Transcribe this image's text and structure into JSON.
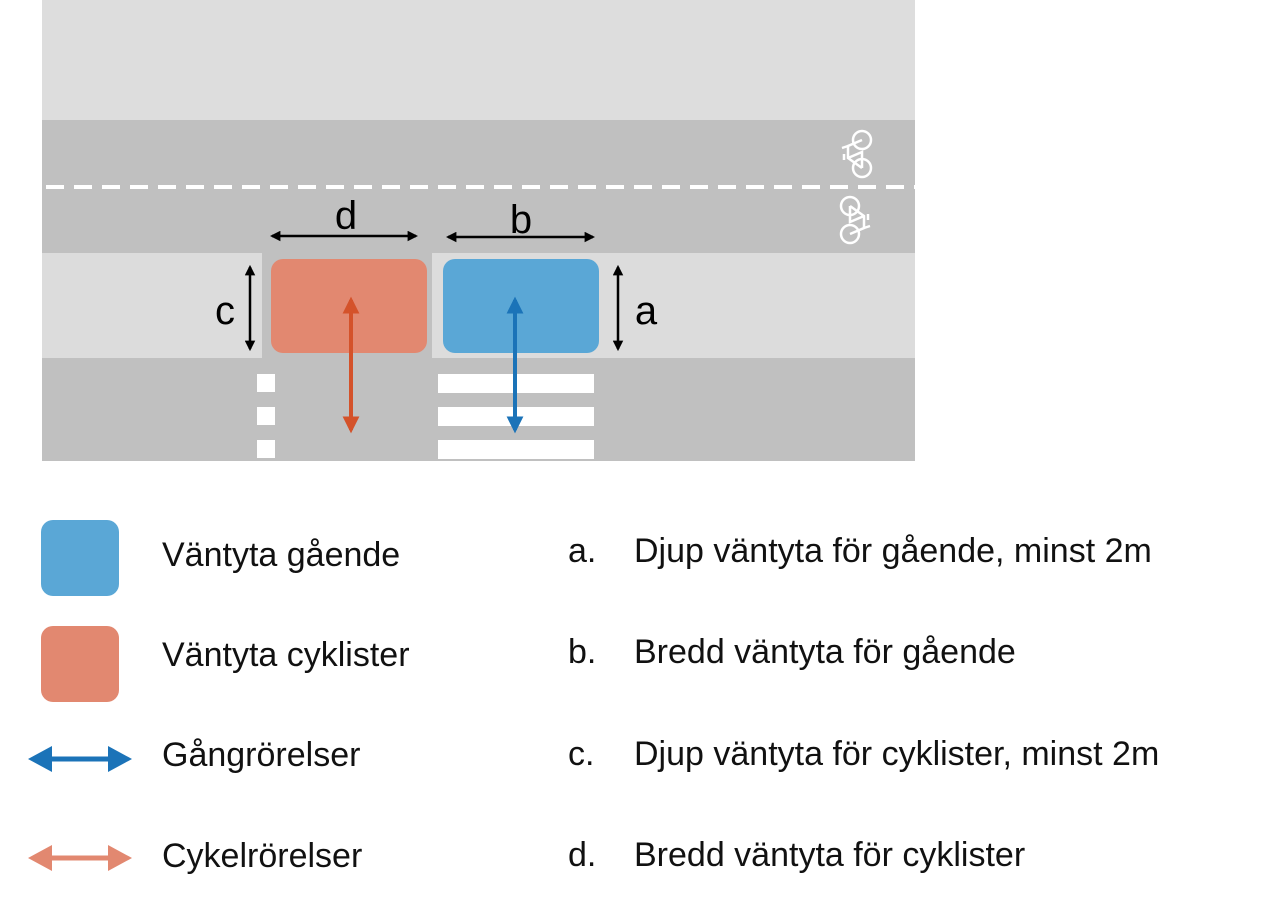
{
  "colors": {
    "top_area": "#dddddd",
    "road": "#c0c0c0",
    "sidewalk": "#dcdcdc",
    "pedestrian_wait": "#5aa7d6",
    "cyclist_wait": "#e28870",
    "pedestrian_arrow": "#1b73b8",
    "cyclist_arrow_diagram": "#d4522a",
    "cyclist_arrow_legend": "#e28870",
    "dimension_arrow": "#000000",
    "marking": "#ffffff"
  },
  "diagram": {
    "dimension_labels": {
      "a": "a",
      "b": "b",
      "c": "c",
      "d": "d"
    },
    "bicycle_symbol_icon": "bicycle-icon"
  },
  "legend": {
    "items": [
      {
        "label": "Väntyta gående",
        "symbol": "blue-swatch"
      },
      {
        "label": "Väntyta cyklister",
        "symbol": "orange-swatch"
      },
      {
        "label": "Gångrörelser",
        "symbol": "double-arrow-icon"
      },
      {
        "label": "Cykelrörelser",
        "symbol": "double-arrow-icon"
      }
    ]
  },
  "definitions": [
    {
      "letter": "a.",
      "text": "Djup väntyta för gående, minst 2m"
    },
    {
      "letter": "b.",
      "text": "Bredd väntyta för gående"
    },
    {
      "letter": "c.",
      "text": "Djup väntyta för cyklister, minst 2m"
    },
    {
      "letter": "d.",
      "text": "Bredd väntyta för cyklister"
    }
  ]
}
